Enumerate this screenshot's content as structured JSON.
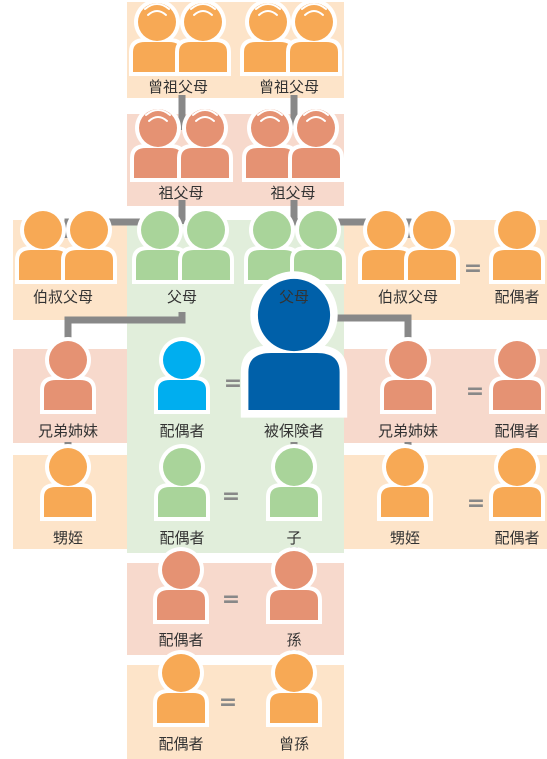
{
  "colors": {
    "orange": "#f7a955",
    "salmon": "#e59273",
    "green": "#a9d49a",
    "cyan": "#00aeef",
    "navy": "#0060a9",
    "bg_orange": "#fde4c9",
    "bg_salmon": "#f7d9cc",
    "bg_green": "#e1eedb",
    "connector": "#888888"
  },
  "equals_sign": "=",
  "labels": {
    "great_grandparents_left": "曾祖父母",
    "great_grandparents_right": "曾祖父母",
    "grandparents_left": "祖父母",
    "grandparents_right": "祖父母",
    "uncles_aunts_left": "伯叔父母",
    "parents_left": "父母",
    "parents_right": "父母",
    "uncles_aunts_right": "伯叔父母",
    "uncles_aunts_spouse": "配偶者",
    "siblings_left": "兄弟姉妹",
    "spouse": "配偶者",
    "insured": "被保険者",
    "siblings_right": "兄弟姉妹",
    "siblings_spouse": "配偶者",
    "nephews_left": "甥姪",
    "child_spouse": "配偶者",
    "child": "子",
    "nephews_right": "甥姪",
    "nephews_spouse": "配偶者",
    "grandchild_spouse": "配偶者",
    "grandchild": "孫",
    "great_grandchild_spouse": "配偶者",
    "great_grandchild": "曾孫"
  }
}
